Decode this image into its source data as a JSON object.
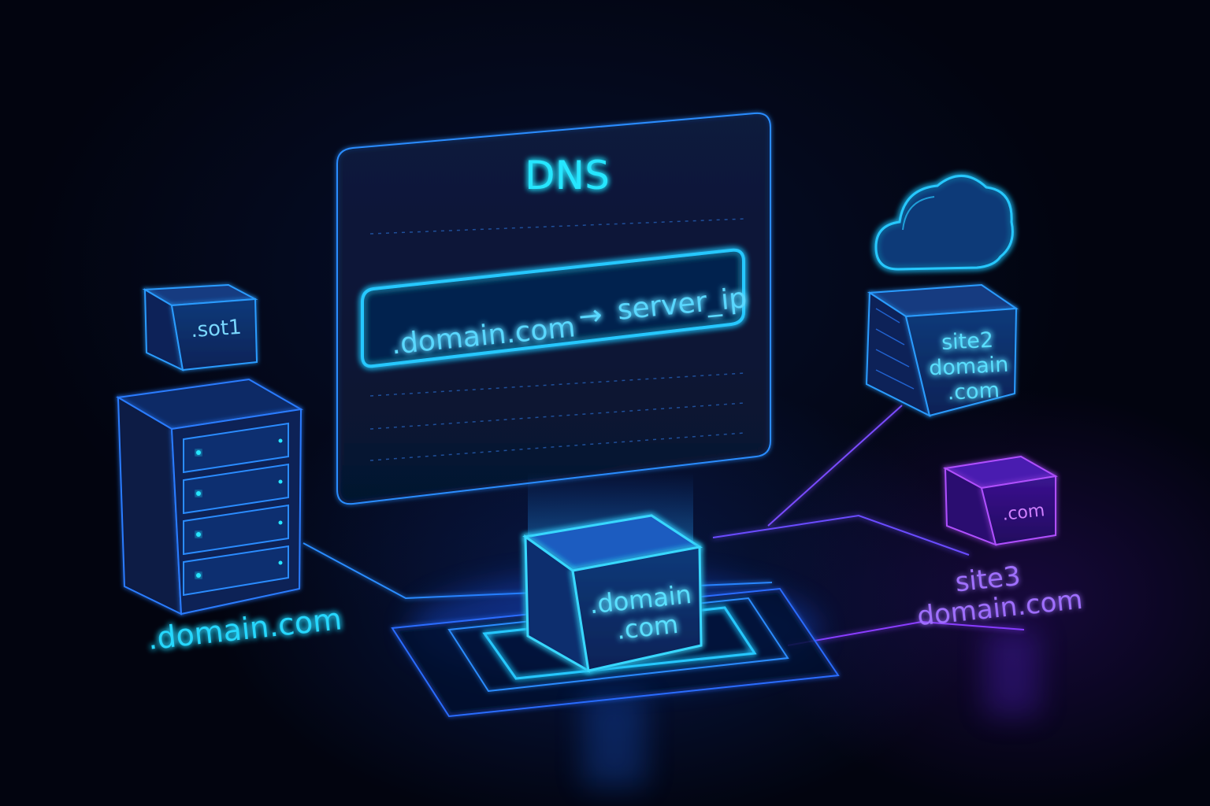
{
  "panel": {
    "title": "DNS",
    "record": {
      "domain": ".domain.com",
      "arrow": "→",
      "target": "server_ip"
    }
  },
  "nodes": {
    "slot_box": ".sot1",
    "server_label": ".domain.com",
    "center_box": [
      ".domain",
      ".com"
    ],
    "site2_box": [
      "site2",
      "domain",
      ".com"
    ],
    "site3_box": ".com",
    "site3_label": [
      "site3",
      "domain.com"
    ]
  },
  "colors": {
    "cyan": "#28e6ff",
    "blue": "#2a8cff",
    "violet": "#8a3cff",
    "magenta": "#c060ff"
  },
  "icons": [
    "cloud-icon",
    "server-rack-icon"
  ]
}
